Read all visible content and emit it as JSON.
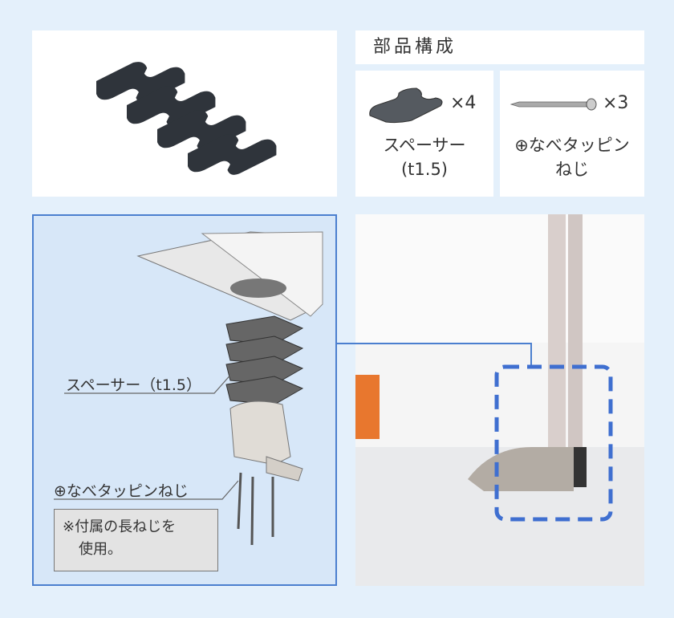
{
  "parts": {
    "heading": "部品構成",
    "spacer": {
      "label": "スペーサー",
      "thickness": "(t1.5)",
      "quantity": "×4"
    },
    "screw": {
      "label_line1": "⊕なべタッピン",
      "label_line2": "ねじ",
      "quantity": "×3"
    }
  },
  "diagram": {
    "spacer_callout": "スペーサー（t1.5）",
    "screw_callout": "⊕なべタッピンねじ",
    "note_line1": "※付属の長ねじを",
    "note_line2": "使用。"
  },
  "colors": {
    "accent": "#4b7fcf",
    "background": "#e4f0fb",
    "panel": "#d7e7f8",
    "spacer": "#3a3f46"
  }
}
